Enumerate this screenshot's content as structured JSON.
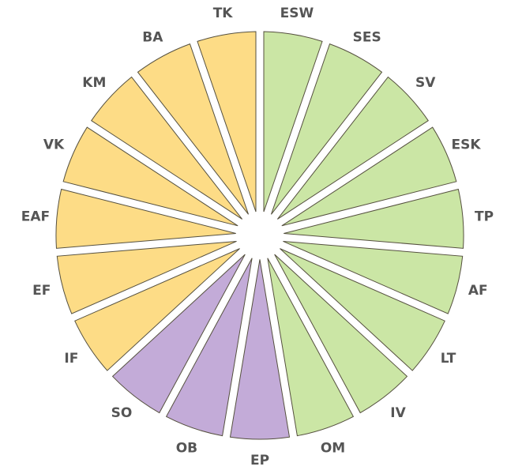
{
  "colors": {
    "yellow": "#fddc86",
    "green": "#cbe6a5",
    "purple": "#c3abd8",
    "label": "#555555",
    "outline": "#55503f"
  },
  "segments": [
    {
      "label": "ESW",
      "group": "green"
    },
    {
      "label": "SES",
      "group": "green"
    },
    {
      "label": "SV",
      "group": "green"
    },
    {
      "label": "ESK",
      "group": "green"
    },
    {
      "label": "TP",
      "group": "green"
    },
    {
      "label": "AF",
      "group": "green"
    },
    {
      "label": "LT",
      "group": "green"
    },
    {
      "label": "IV",
      "group": "green"
    },
    {
      "label": "OM",
      "group": "green"
    },
    {
      "label": "EP",
      "group": "purple"
    },
    {
      "label": "OB",
      "group": "purple"
    },
    {
      "label": "SO",
      "group": "purple"
    },
    {
      "label": "IF",
      "group": "yellow"
    },
    {
      "label": "EF",
      "group": "yellow"
    },
    {
      "label": "EAF",
      "group": "yellow"
    },
    {
      "label": "VK",
      "group": "yellow"
    },
    {
      "label": "KM",
      "group": "yellow"
    },
    {
      "label": "BA",
      "group": "yellow"
    },
    {
      "label": "TK",
      "group": "yellow"
    }
  ]
}
